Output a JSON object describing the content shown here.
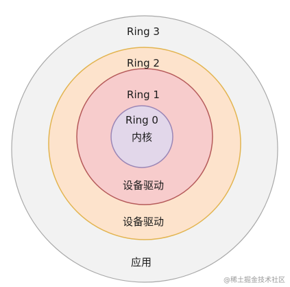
{
  "diagram": {
    "rings": [
      {
        "ring_label": "Ring 3",
        "inner_text": "应用",
        "fill": "#f2f2f2",
        "stroke": "#a8a8a8"
      },
      {
        "ring_label": "Ring 2",
        "inner_text": "设备驱动",
        "fill": "#fde3cc",
        "stroke": "#e2b44f"
      },
      {
        "ring_label": "Ring 1",
        "inner_text": "设备驱动",
        "fill": "#f7cccc",
        "stroke": "#b55a5a"
      },
      {
        "ring_label": "Ring 0",
        "inner_text": "内核",
        "fill": "#e2d7ea",
        "stroke": "#9a86b6"
      }
    ],
    "watermark": "@稀土掘金技术社区"
  }
}
